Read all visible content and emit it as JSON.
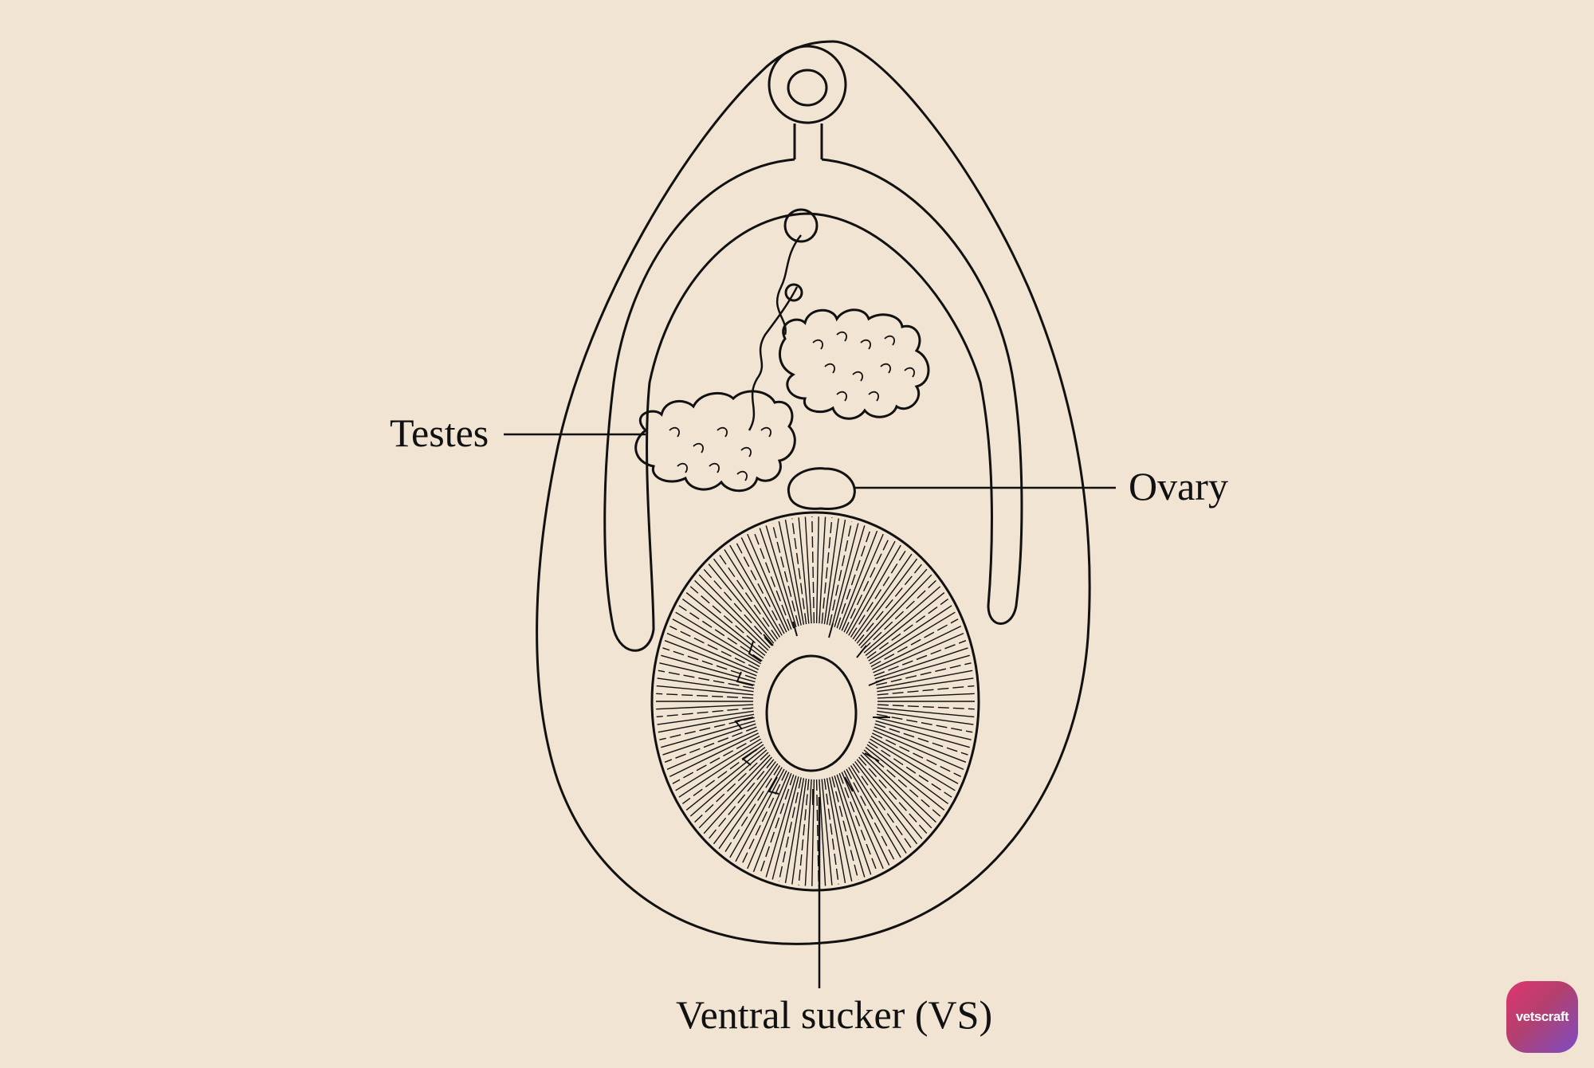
{
  "labels": {
    "testes": "Testes",
    "ovary": "Ovary",
    "ventral_sucker": "Ventral sucker (VS)"
  },
  "logo": {
    "text": "vetscraft",
    "gradient_start": "#e0356d",
    "gradient_end": "#7d4cc4"
  },
  "colors": {
    "background": "#f1e4d3",
    "ink": "#111111"
  }
}
